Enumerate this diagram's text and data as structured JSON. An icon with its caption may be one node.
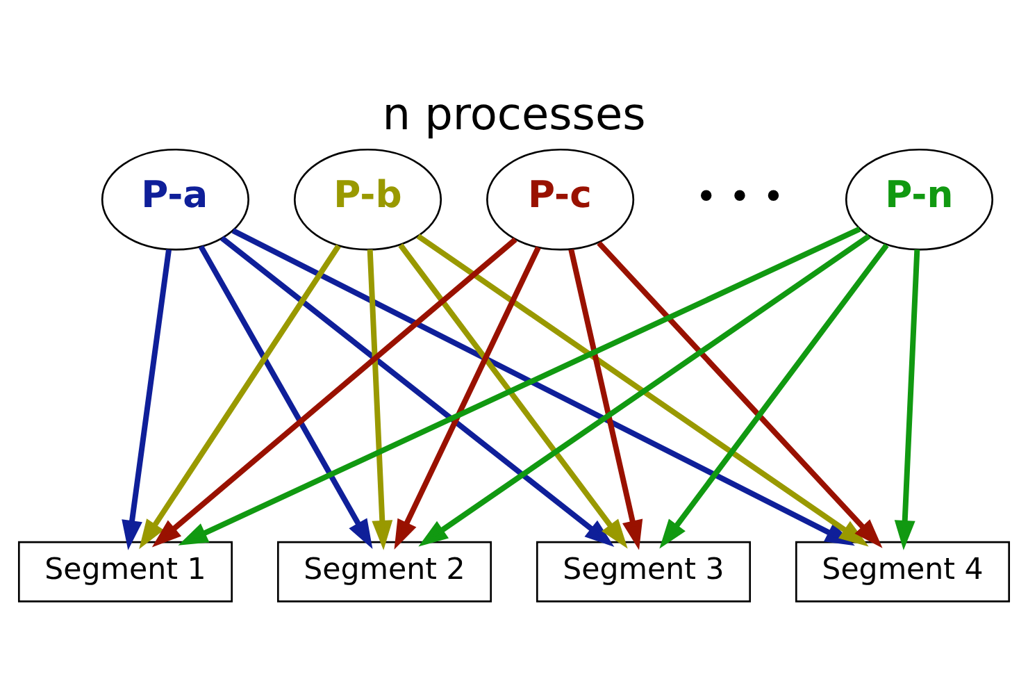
{
  "diagram": {
    "title": "n processes",
    "nodes": [
      {
        "text": [
          "P-a"
        ]
      },
      {
        "text": [
          "P-b"
        ]
      },
      {
        "text": [
          "P-c"
        ]
      },
      {
        "text": [
          "P-n"
        ]
      },
      {
        "text": [
          "Segment 1"
        ]
      },
      {
        "text": [
          "Segment 2"
        ]
      },
      {
        "text": [
          "Segment 3"
        ]
      },
      {
        "text": [
          "Segment 4"
        ]
      }
    ],
    "edges": [
      {
        "from": 0,
        "to": 4,
        "arrow": "to",
        "color": "#0f1f99"
      },
      {
        "from": 0,
        "to": 5,
        "arrow": "to",
        "color": "#0f1f99"
      },
      {
        "from": 0,
        "to": 6,
        "arrow": "to",
        "color": "#0f1f99"
      },
      {
        "from": 0,
        "to": 7,
        "arrow": "to",
        "color": "#0f1f99"
      },
      {
        "from": 1,
        "to": 4,
        "arrow": "to",
        "color": "#999900"
      },
      {
        "from": 1,
        "to": 5,
        "arrow": "to",
        "color": "#999900"
      },
      {
        "from": 1,
        "to": 6,
        "arrow": "to",
        "color": "#999900"
      },
      {
        "from": 1,
        "to": 7,
        "arrow": "to",
        "color": "#999900"
      },
      {
        "from": 2,
        "to": 4,
        "arrow": "to",
        "color": "#991100"
      },
      {
        "from": 2,
        "to": 5,
        "arrow": "to",
        "color": "#991100"
      },
      {
        "from": 2,
        "to": 6,
        "arrow": "to",
        "color": "#991100"
      },
      {
        "from": 2,
        "to": 7,
        "arrow": "to",
        "color": "#991100"
      },
      {
        "from": 3,
        "to": 4,
        "arrow": "to",
        "color": "#119911"
      },
      {
        "from": 3,
        "to": 5,
        "arrow": "to",
        "color": "#119911"
      },
      {
        "from": 3,
        "to": 6,
        "arrow": "to",
        "color": "#119911"
      },
      {
        "from": 3,
        "to": 7,
        "arrow": "to",
        "color": "#119911"
      }
    ],
    "labels": [
      "• • •"
    ]
  }
}
